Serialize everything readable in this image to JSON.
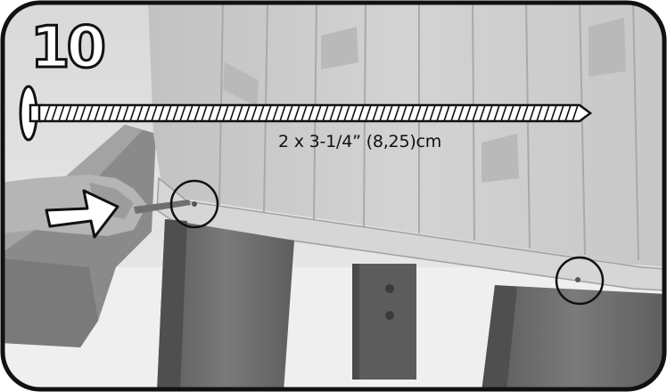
{
  "step": {
    "number": "10"
  },
  "screw": {
    "caption": "2 x 3-1/4” (8,25)cm",
    "icon": "screw-icon"
  },
  "markers": [
    {
      "name": "screw-hole-left-circle"
    },
    {
      "name": "screw-hole-right-circle"
    }
  ],
  "colors": {
    "frame": "#111111",
    "background": "#e4e4e4",
    "planter": "#c9c9c9",
    "legs": "#6e6e6e",
    "arrow": "#ffffff"
  }
}
